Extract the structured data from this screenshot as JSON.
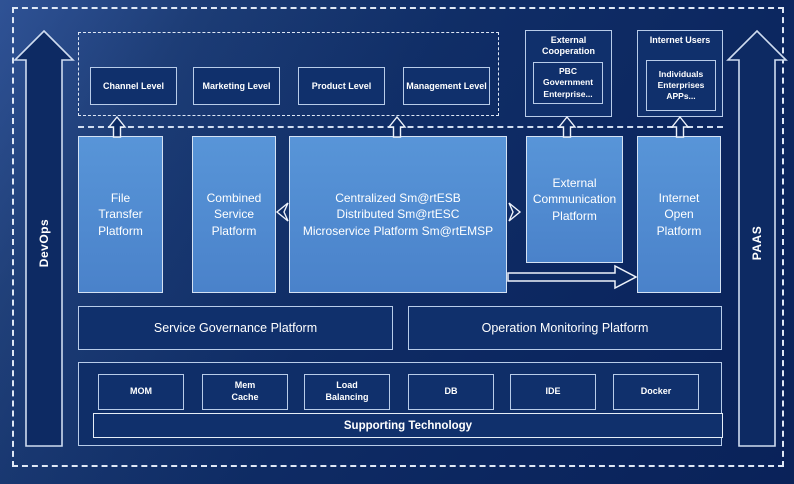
{
  "diagram": {
    "left_arrow_label": "DevOps",
    "right_arrow_label": "PAAS",
    "levels": [
      {
        "label": "Channel Level"
      },
      {
        "label": "Marketing Level"
      },
      {
        "label": "Product Level"
      },
      {
        "label": "Management Level"
      }
    ],
    "external_cooperation": {
      "title": "External\nCooperation",
      "members": "PBC Government\nEnterprise..."
    },
    "internet_users": {
      "title": "Internet Users",
      "members": "Individuals\nEnterprises\nAPPs..."
    },
    "platforms": {
      "file_transfer": "File\nTransfer\nPlatform",
      "combined_service": "Combined\nService\nPlatform",
      "central": "Centralized Sm@rtESB\nDistributed Sm@rtESC\nMicroservice Platform Sm@rtEMSP",
      "external_communication": "External\nCommunication\nPlatform",
      "internet_open": "Internet\nOpen\nPlatform"
    },
    "governance": {
      "service": "Service Governance Platform",
      "operation": "Operation Monitoring Platform"
    },
    "supporting": {
      "tech": [
        {
          "label": "MOM"
        },
        {
          "label": "Mem\nCache"
        },
        {
          "label": "Load\nBalancing"
        },
        {
          "label": "DB"
        },
        {
          "label": "IDE"
        },
        {
          "label": "Docker"
        }
      ],
      "bar": "Supporting Technology"
    },
    "colors": {
      "background": "#0d2a63",
      "panel_dark": "#10306c",
      "panel_light": "#4d89d3",
      "border_light": "#b8cce9",
      "text": "#ffffff"
    }
  }
}
